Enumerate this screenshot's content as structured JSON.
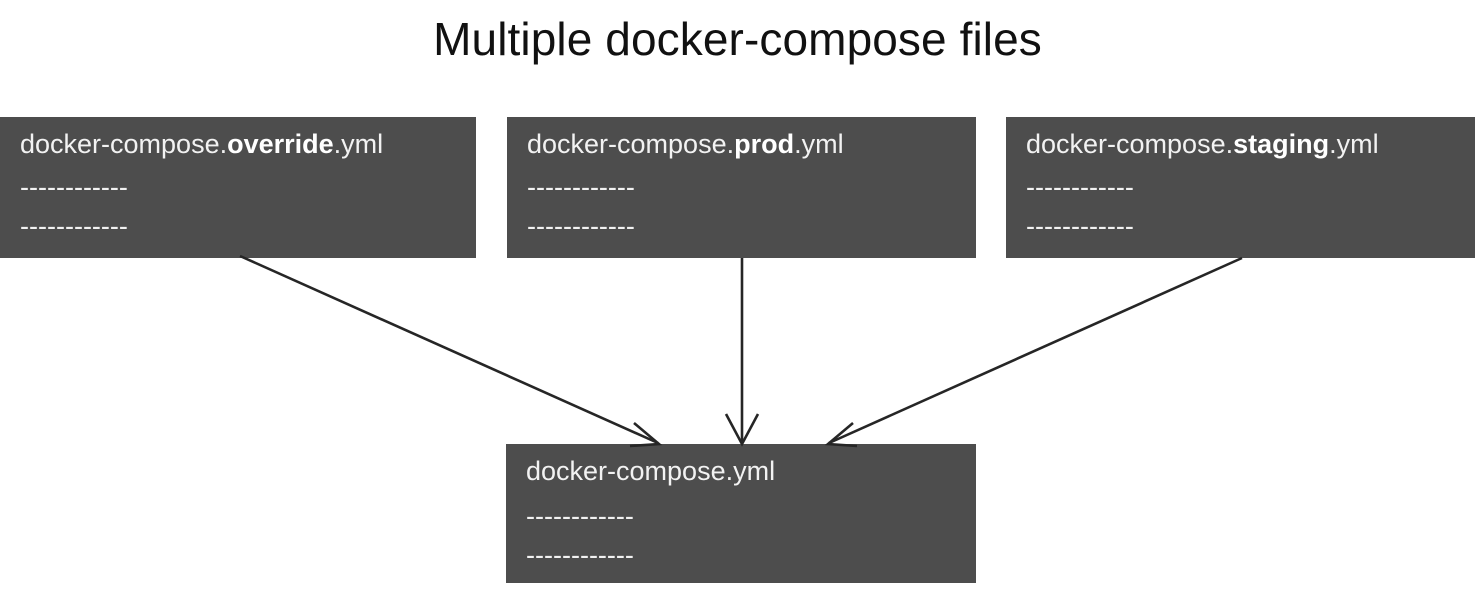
{
  "title": "Multiple docker-compose files",
  "colors": {
    "box_fill": "#4d4d4d",
    "box_text": "#f2f2f2",
    "accent_text": "#ffffff",
    "arrow": "#262626",
    "background": "#ffffff",
    "title_text": "#111111"
  },
  "dashes": "------------",
  "boxes": {
    "override": {
      "prefix": "docker-compose.",
      "accent": "override",
      "suffix": ".yml",
      "line1": "------------",
      "line2": "------------"
    },
    "prod": {
      "prefix": "docker-compose.",
      "accent": "prod",
      "suffix": ".yml",
      "line1": "------------",
      "line2": "------------"
    },
    "staging": {
      "prefix": "docker-compose.",
      "accent": "staging",
      "suffix": ".yml",
      "line1": "------------",
      "line2": "------------"
    },
    "base": {
      "prefix": "docker-compose.yml",
      "accent": "",
      "suffix": "",
      "line1": "------------",
      "line2": "------------"
    }
  },
  "arrows": [
    {
      "name": "arrow-override-to-base",
      "from": "override",
      "to": "base"
    },
    {
      "name": "arrow-prod-to-base",
      "from": "prod",
      "to": "base"
    },
    {
      "name": "arrow-staging-to-base",
      "from": "staging",
      "to": "base"
    }
  ]
}
